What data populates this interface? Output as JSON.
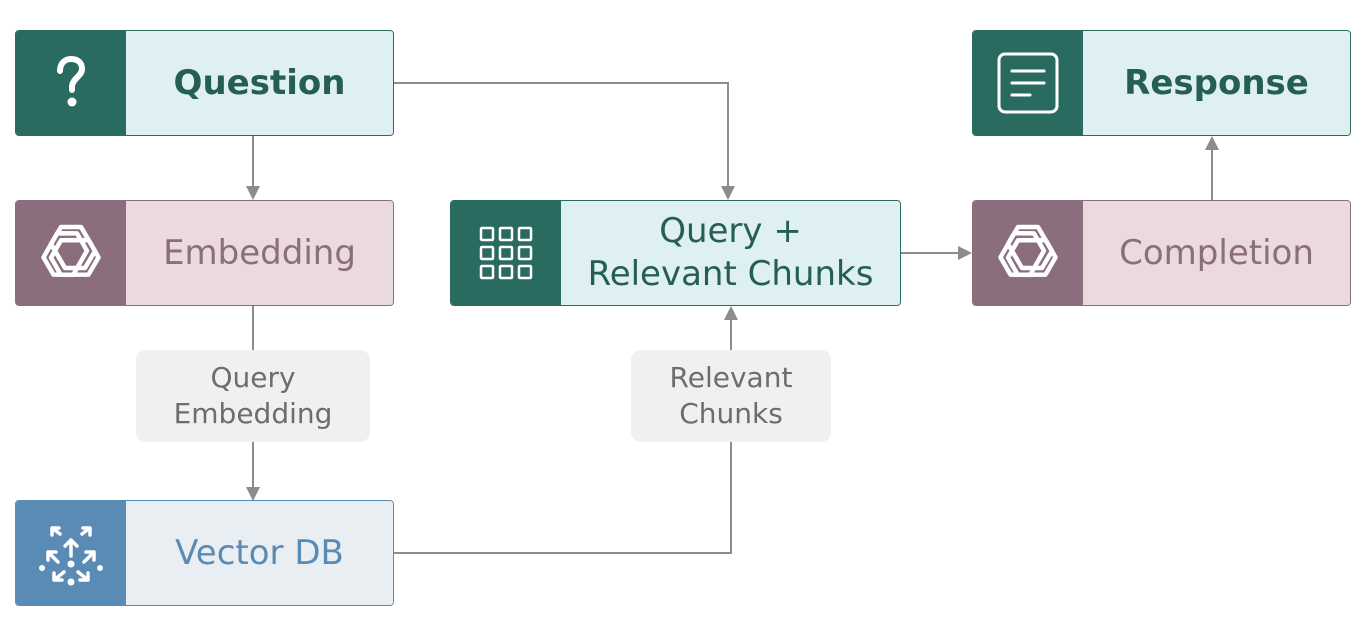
{
  "nodes": {
    "question": {
      "label": "Question",
      "icon": "question-mark-icon"
    },
    "embedding": {
      "label": "Embedding",
      "icon": "openai-logo-icon"
    },
    "vector_db": {
      "label": "Vector DB",
      "icon": "vector-cluster-icon"
    },
    "query_chunks": {
      "label_line1": "Query +",
      "label_line2": "Relevant Chunks",
      "icon": "grid-icon"
    },
    "completion": {
      "label": "Completion",
      "icon": "openai-logo-icon"
    },
    "response": {
      "label": "Response",
      "icon": "document-icon"
    }
  },
  "edge_labels": {
    "query_embedding": {
      "line1": "Query",
      "line2": "Embedding"
    },
    "relevant_chunks": {
      "line1": "Relevant",
      "line2": "Chunks"
    }
  },
  "colors": {
    "teal": "#2a6b61",
    "teal_light": "#dff0f2",
    "mauve": "#8a6e7e",
    "mauve_light": "#ead9dd",
    "blue": "#5a8bb4",
    "blue_light": "#e9eef3",
    "connector": "#8c8c8c"
  }
}
